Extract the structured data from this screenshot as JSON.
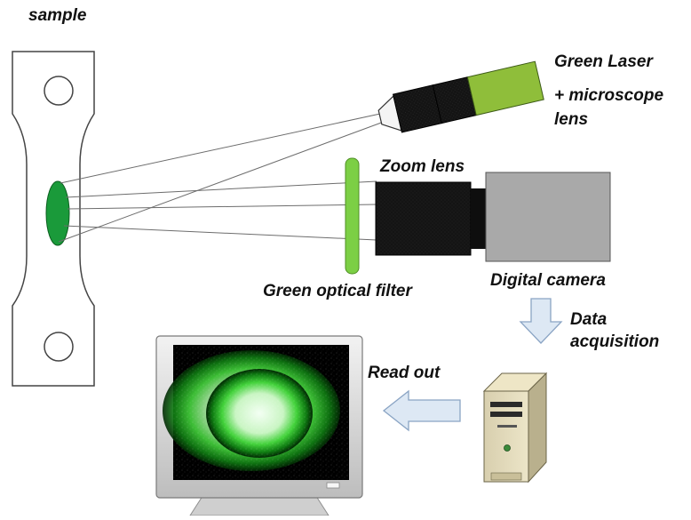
{
  "labels": {
    "sample": "sample",
    "green_laser": "Green Laser",
    "microscope_lens_line1": "+ microscope",
    "microscope_lens_line2": "lens",
    "zoom_lens": "Zoom lens",
    "green_optical_filter": "Green optical filter",
    "digital_camera": "Digital camera",
    "data_acquisition_line1": "Data",
    "data_acquisition_line2": "acquisition",
    "read_out": "Read out"
  },
  "colors": {
    "laser_green": "#8fbe3a",
    "filter_green": "#7ccf45",
    "spot_green": "#1a9a3a",
    "camera_body": "#a9a9a9",
    "lens_black": "#141414",
    "arrow_fill": "#dde8f4",
    "arrow_stroke": "#8aa4c4"
  },
  "icons": {
    "monitor": "monitor-icon",
    "computer": "computer-tower-icon"
  }
}
